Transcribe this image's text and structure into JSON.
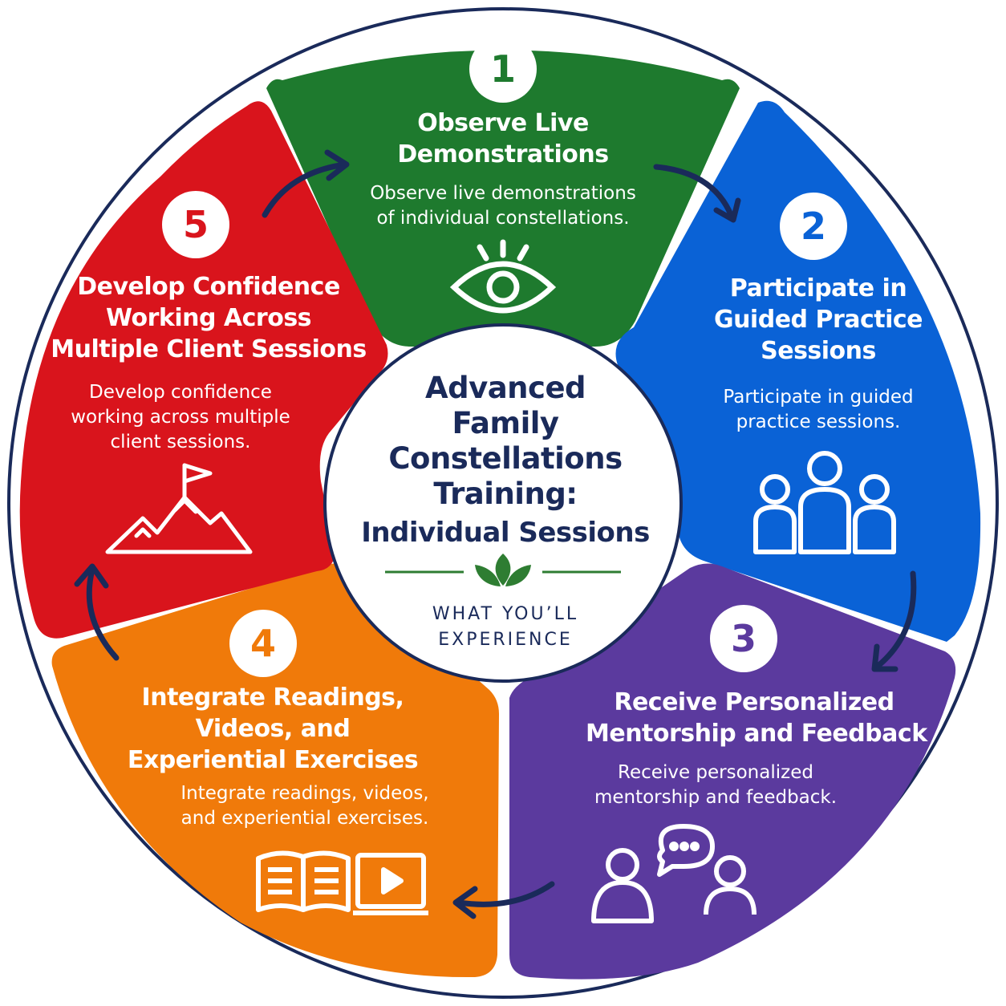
{
  "center": {
    "title_lines": [
      "Advanced",
      "Family",
      "Constellations",
      "Training:"
    ],
    "subtitle": "Individual Sessions",
    "tag_lines": [
      "WHAT YOU’LL",
      "EXPERIENCE"
    ]
  },
  "steps": [
    {
      "number": "1",
      "title_lines": [
        "Observe Live",
        "Demonstrations"
      ],
      "desc_lines": [
        "Observe live demonstrations",
        "of individual constellations."
      ],
      "color": "#1e7a2e",
      "icon": "eye-icon"
    },
    {
      "number": "2",
      "title_lines": [
        "Participate in",
        "Guided Practice",
        "Sessions"
      ],
      "desc_lines": [
        "Participate in guided",
        "practice sessions."
      ],
      "color": "#0a62d6",
      "icon": "group-icon"
    },
    {
      "number": "3",
      "title_lines": [
        "Receive Personalized",
        "Mentorship and Feedback"
      ],
      "desc_lines": [
        "Receive personalized",
        "mentorship and feedback."
      ],
      "color": "#5b3a9e",
      "icon": "mentorship-chat-icon"
    },
    {
      "number": "4",
      "title_lines": [
        "Integrate Readings,",
        "Videos, and",
        "Experiential Exercises"
      ],
      "desc_lines": [
        "Integrate readings, videos,",
        "and experiential exercises."
      ],
      "color": "#f07a0a",
      "icon": "book-video-icon"
    },
    {
      "number": "5",
      "title_lines": [
        "Develop Confidence",
        "Working Across",
        "Multiple Client Sessions"
      ],
      "desc_lines": [
        "Develop confidence",
        "working across multiple",
        "client sessions."
      ],
      "color": "#d9141c",
      "icon": "mountain-flag-icon"
    }
  ],
  "colors": {
    "navy": "#1a2a5a",
    "leaf_green": "#2e7d32"
  }
}
